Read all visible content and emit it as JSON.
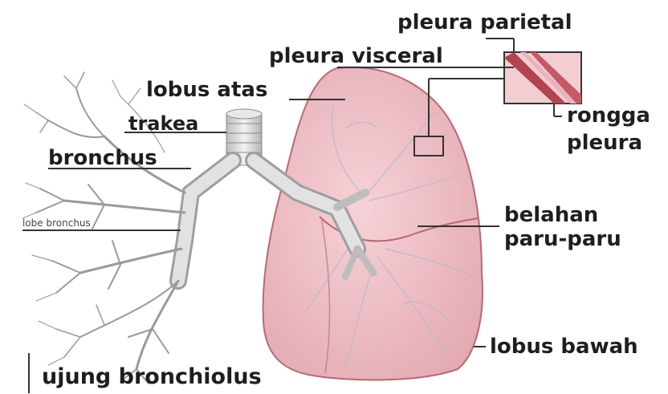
{
  "labels": {
    "pleura_parietal": "pleura parietal",
    "pleura_visceral": "pleura visceral",
    "lobus_atas": "lobus atas",
    "trakea": "trakea",
    "bronchus": "bronchus",
    "lobe_bronchus": "lobe bronchus",
    "rongga_pleura_line1": "rongga",
    "rongga_pleura_line2": "pleura",
    "belahan_line1": "belahan",
    "belahan_line2": "paru-paru",
    "lobus_bawah": "lobus bawah",
    "ujung_bronchiolus": "ujung bronchiolus"
  },
  "colors": {
    "lung_fill": "#f0c2c8",
    "lung_outline": "#b76a74",
    "trachea": "#d9d9d9",
    "label_text": "#1e1e1e"
  }
}
